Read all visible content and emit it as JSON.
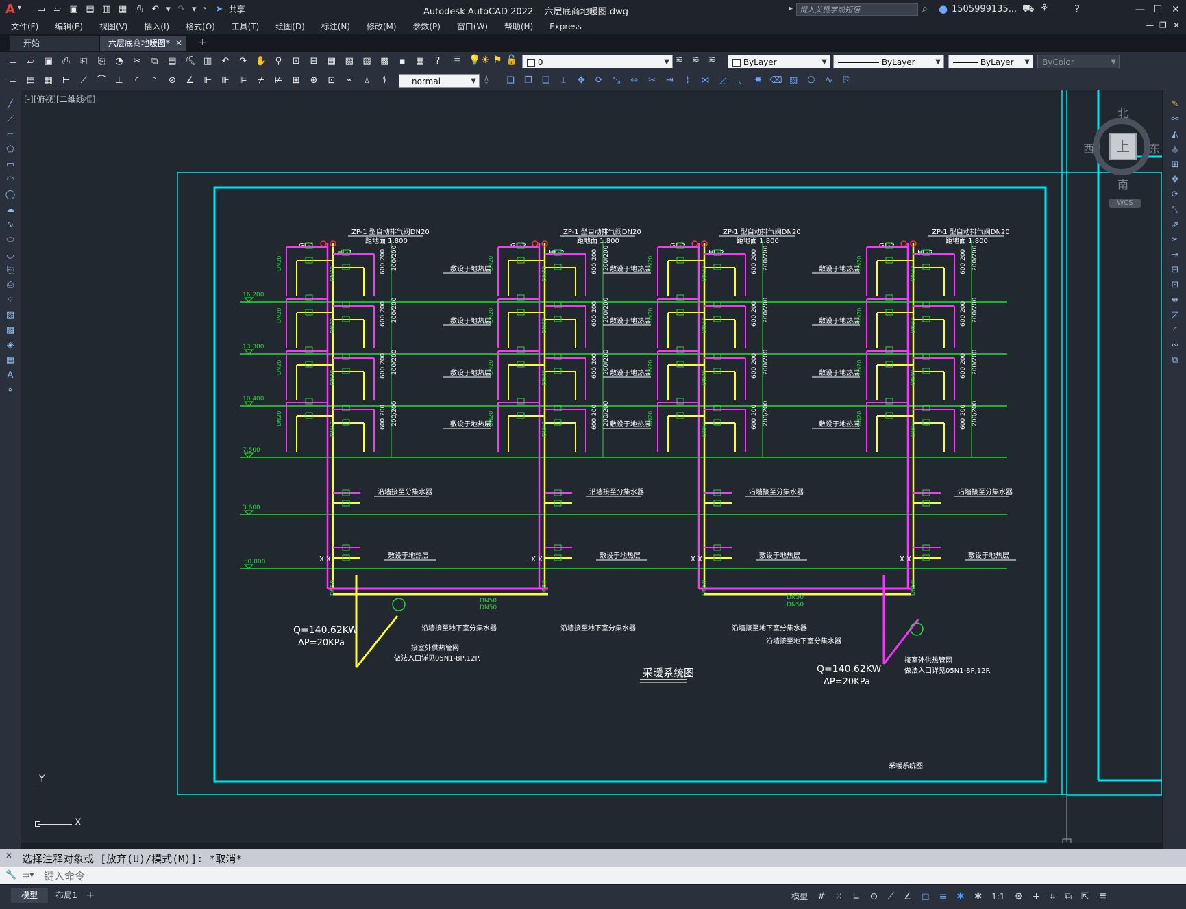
{
  "window": {
    "app_title": "Autodesk AutoCAD 2022",
    "file_name": "六层底商地暖图.dwg",
    "share_label": "共享",
    "search_placeholder": "键入关键字或短语",
    "user": "1505999135...",
    "logo": "A"
  },
  "menu": [
    "文件(F)",
    "编辑(E)",
    "视图(V)",
    "插入(I)",
    "格式(O)",
    "工具(T)",
    "绘图(D)",
    "标注(N)",
    "修改(M)",
    "参数(P)",
    "窗口(W)",
    "帮助(H)",
    "Express"
  ],
  "tabs": {
    "start": "开始",
    "active": "六层底商地暖图*"
  },
  "properties": {
    "layer": "0",
    "color": "ByLayer",
    "linetype": "ByLayer",
    "lineweight": "ByLayer",
    "plotstyle": "ByColor",
    "textstyle": "normal"
  },
  "viewport_label": "[-][俯视][二维线框]",
  "viewcube": {
    "north": "北",
    "south": "南",
    "east": "东",
    "west": "西",
    "top": "上",
    "wcs": "WCS"
  },
  "ucs": {
    "x": "X",
    "y": "Y"
  },
  "drawing": {
    "title": "采暖系统图",
    "title_block": "采暖系统图",
    "elevations": [
      "16.200",
      "13.300",
      "10.400",
      "7.500",
      "3.600",
      "±0.000"
    ],
    "risers": [
      {
        "gl": "GL-1",
        "hl": "HL-1"
      },
      {
        "gl": "GL-2",
        "hl": "HL-2"
      },
      {
        "gl": "GL-2",
        "hl": "HL-2"
      },
      {
        "gl": "GL-2",
        "hl": "HL-2"
      }
    ],
    "zp_note": "ZP-1 型自动排气阀DN20",
    "zp_note2": "距地面 1.800",
    "floor_note": "敷设于地热层",
    "branch_note": "沿墙接至分集水器",
    "basement_note": "沿墙接至地下室分集水器",
    "load_left": "Q=140.62KW",
    "dp_left": "ΔP=20KPa",
    "load_right": "Q=140.62KW",
    "dp_right": "ΔP=20KPa",
    "entry1": "接室外供热管网",
    "entry2": "做法入口详见05N1-8P,12P.",
    "dn_labels": [
      "DN20",
      "DN25",
      "DN32",
      "DN40",
      "DN50"
    ],
    "dim_labels": [
      "600",
      "200",
      "200/200"
    ]
  },
  "command": {
    "history": "选择注释对象或 [放弃(U)/模式(M)]: *取消*",
    "placeholder": "键入命令"
  },
  "layout_tabs": [
    "模型",
    "布局1"
  ],
  "status": {
    "model": "模型",
    "scale": "1:1"
  }
}
